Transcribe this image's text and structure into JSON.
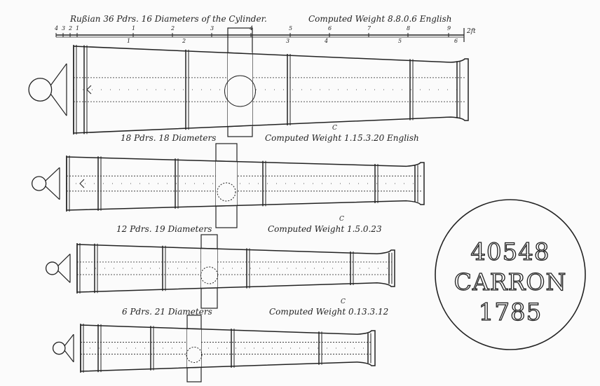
{
  "cannons": [
    {
      "title": "Rußian 36 Pdrs. 16 Diameters of the Cylinder.",
      "weight": "Computed Weight 8.8.0.6 English"
    },
    {
      "title": "18 Pdrs. 18 Diameters",
      "weight": "Computed Weight 1.15.3.20 English",
      "unit": "C"
    },
    {
      "title": "12 Pdrs. 19 Diameters",
      "weight": "Computed Weight 1.5.0.23",
      "unit": "C"
    },
    {
      "title": "6 Pdrs. 21 Diameters",
      "weight": "Computed Weight 0.13.3.12",
      "unit": "C"
    }
  ],
  "scale": {
    "upper_ticks": [
      "4",
      "3",
      "2",
      "1",
      "1",
      "2",
      "3",
      "4",
      "5",
      "6",
      "7",
      "8",
      "9"
    ],
    "lower_ticks": [
      "1",
      "2",
      "3",
      "4",
      "5",
      "6"
    ],
    "end_label": "2ft"
  },
  "seal": {
    "line1": "40548",
    "line2": "CARRON",
    "line3": "1785"
  },
  "colors": {
    "ink": "#222222",
    "paper": "#fbfbfb"
  }
}
